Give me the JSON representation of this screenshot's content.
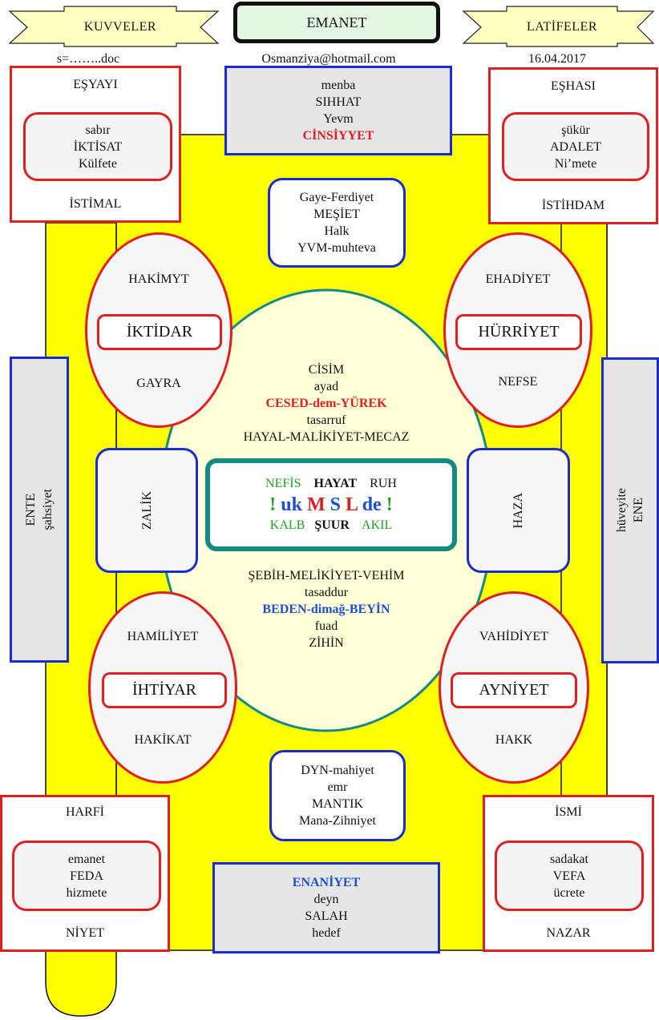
{
  "header": {
    "left_ribbon": "KUVVELER",
    "title": "EMANET",
    "right_ribbon": "LATİFELER",
    "file_label": "s=……..doc",
    "email": "Osmanziya@hotmail.com",
    "date": "16.04.2017"
  },
  "top_center_box": {
    "lines": [
      "menba",
      "SIHHAT",
      "Yevm"
    ],
    "highlight": "CİNSİYYET"
  },
  "upper_center_box": {
    "lines": [
      "Gaye-Ferdiyet",
      "MEŞİET",
      "Halk",
      "YVM-muhteva"
    ]
  },
  "lower_center_box": {
    "lines": [
      "DYN-mahiyet",
      "emr",
      "MANTIK",
      "Mana-Zihniyet"
    ]
  },
  "bottom_center_box": {
    "highlight": "ENANİYET",
    "lines": [
      "deyn",
      "SALAH",
      "hedef"
    ]
  },
  "corner_top_left": {
    "top": "EŞYAYI",
    "inner": [
      "sabır",
      "İKTİSAT",
      "Külfete"
    ],
    "bottom": "İSTİMAL"
  },
  "corner_top_right": {
    "top": "EŞHASI",
    "inner": [
      "şükür",
      "ADALET",
      "Ni’mete"
    ],
    "bottom": "İSTİHDAM"
  },
  "corner_bottom_left": {
    "top": "HARFİ",
    "inner": [
      "emanet",
      "FEDA",
      "hizmete"
    ],
    "bottom": "NİYET"
  },
  "corner_bottom_right": {
    "top": "İSMİ",
    "inner": [
      "sadakat",
      "VEFA",
      "ücrete"
    ],
    "bottom": "NAZAR"
  },
  "ellipse_top_left": {
    "top": "HAKİMYT",
    "label": "İKTİDAR",
    "bottom": "GAYRA"
  },
  "ellipse_top_right": {
    "top": "EHADİYET",
    "label": "HÜRRİYET",
    "bottom": "NEFSE"
  },
  "ellipse_bottom_left": {
    "top": "HAMİLİYET",
    "label": "İHTİYAR",
    "bottom": "HAKİKAT"
  },
  "ellipse_bottom_right": {
    "top": "VAHİDİYET",
    "label": "AYNİYET",
    "bottom": "HAKK"
  },
  "side_left": {
    "line1": "ENTE",
    "line2": "şahsiyet"
  },
  "side_right": {
    "line1": "hüveyite",
    "line2": "ENE"
  },
  "side_inner_left": "ZALİK",
  "side_inner_right": "HAZA",
  "central_ellipse": {
    "upper": [
      "CİSİM",
      "ayad"
    ],
    "upper_highlight": "CESED-dem-YÜREK",
    "upper_rest": [
      "tasarruf",
      "HAYAL-MALİKİYET-MECAZ"
    ],
    "lower": [
      "ŞEBİH-MELİKİYET-VEHİM",
      "tasaddur"
    ],
    "lower_highlight": "BEDEN-dimağ-BEYİN",
    "lower_rest": [
      "fuad",
      "ZİHİN"
    ]
  },
  "core_box": {
    "row1": [
      "NEFİS",
      "HAYAT",
      "RUH"
    ],
    "row2": [
      "!",
      "uk",
      "M",
      "S",
      "L",
      "de",
      "!"
    ],
    "row3": [
      "KALB",
      "ŞUUR",
      "AKIL"
    ]
  },
  "colors": {
    "yellow": "#ffff00",
    "red_border": "#e02020",
    "blue_border": "#1a2bd0",
    "teal_border": "#138a86",
    "ribbon_fill": "#ffffc0",
    "center_fill": "#ffffd8"
  }
}
